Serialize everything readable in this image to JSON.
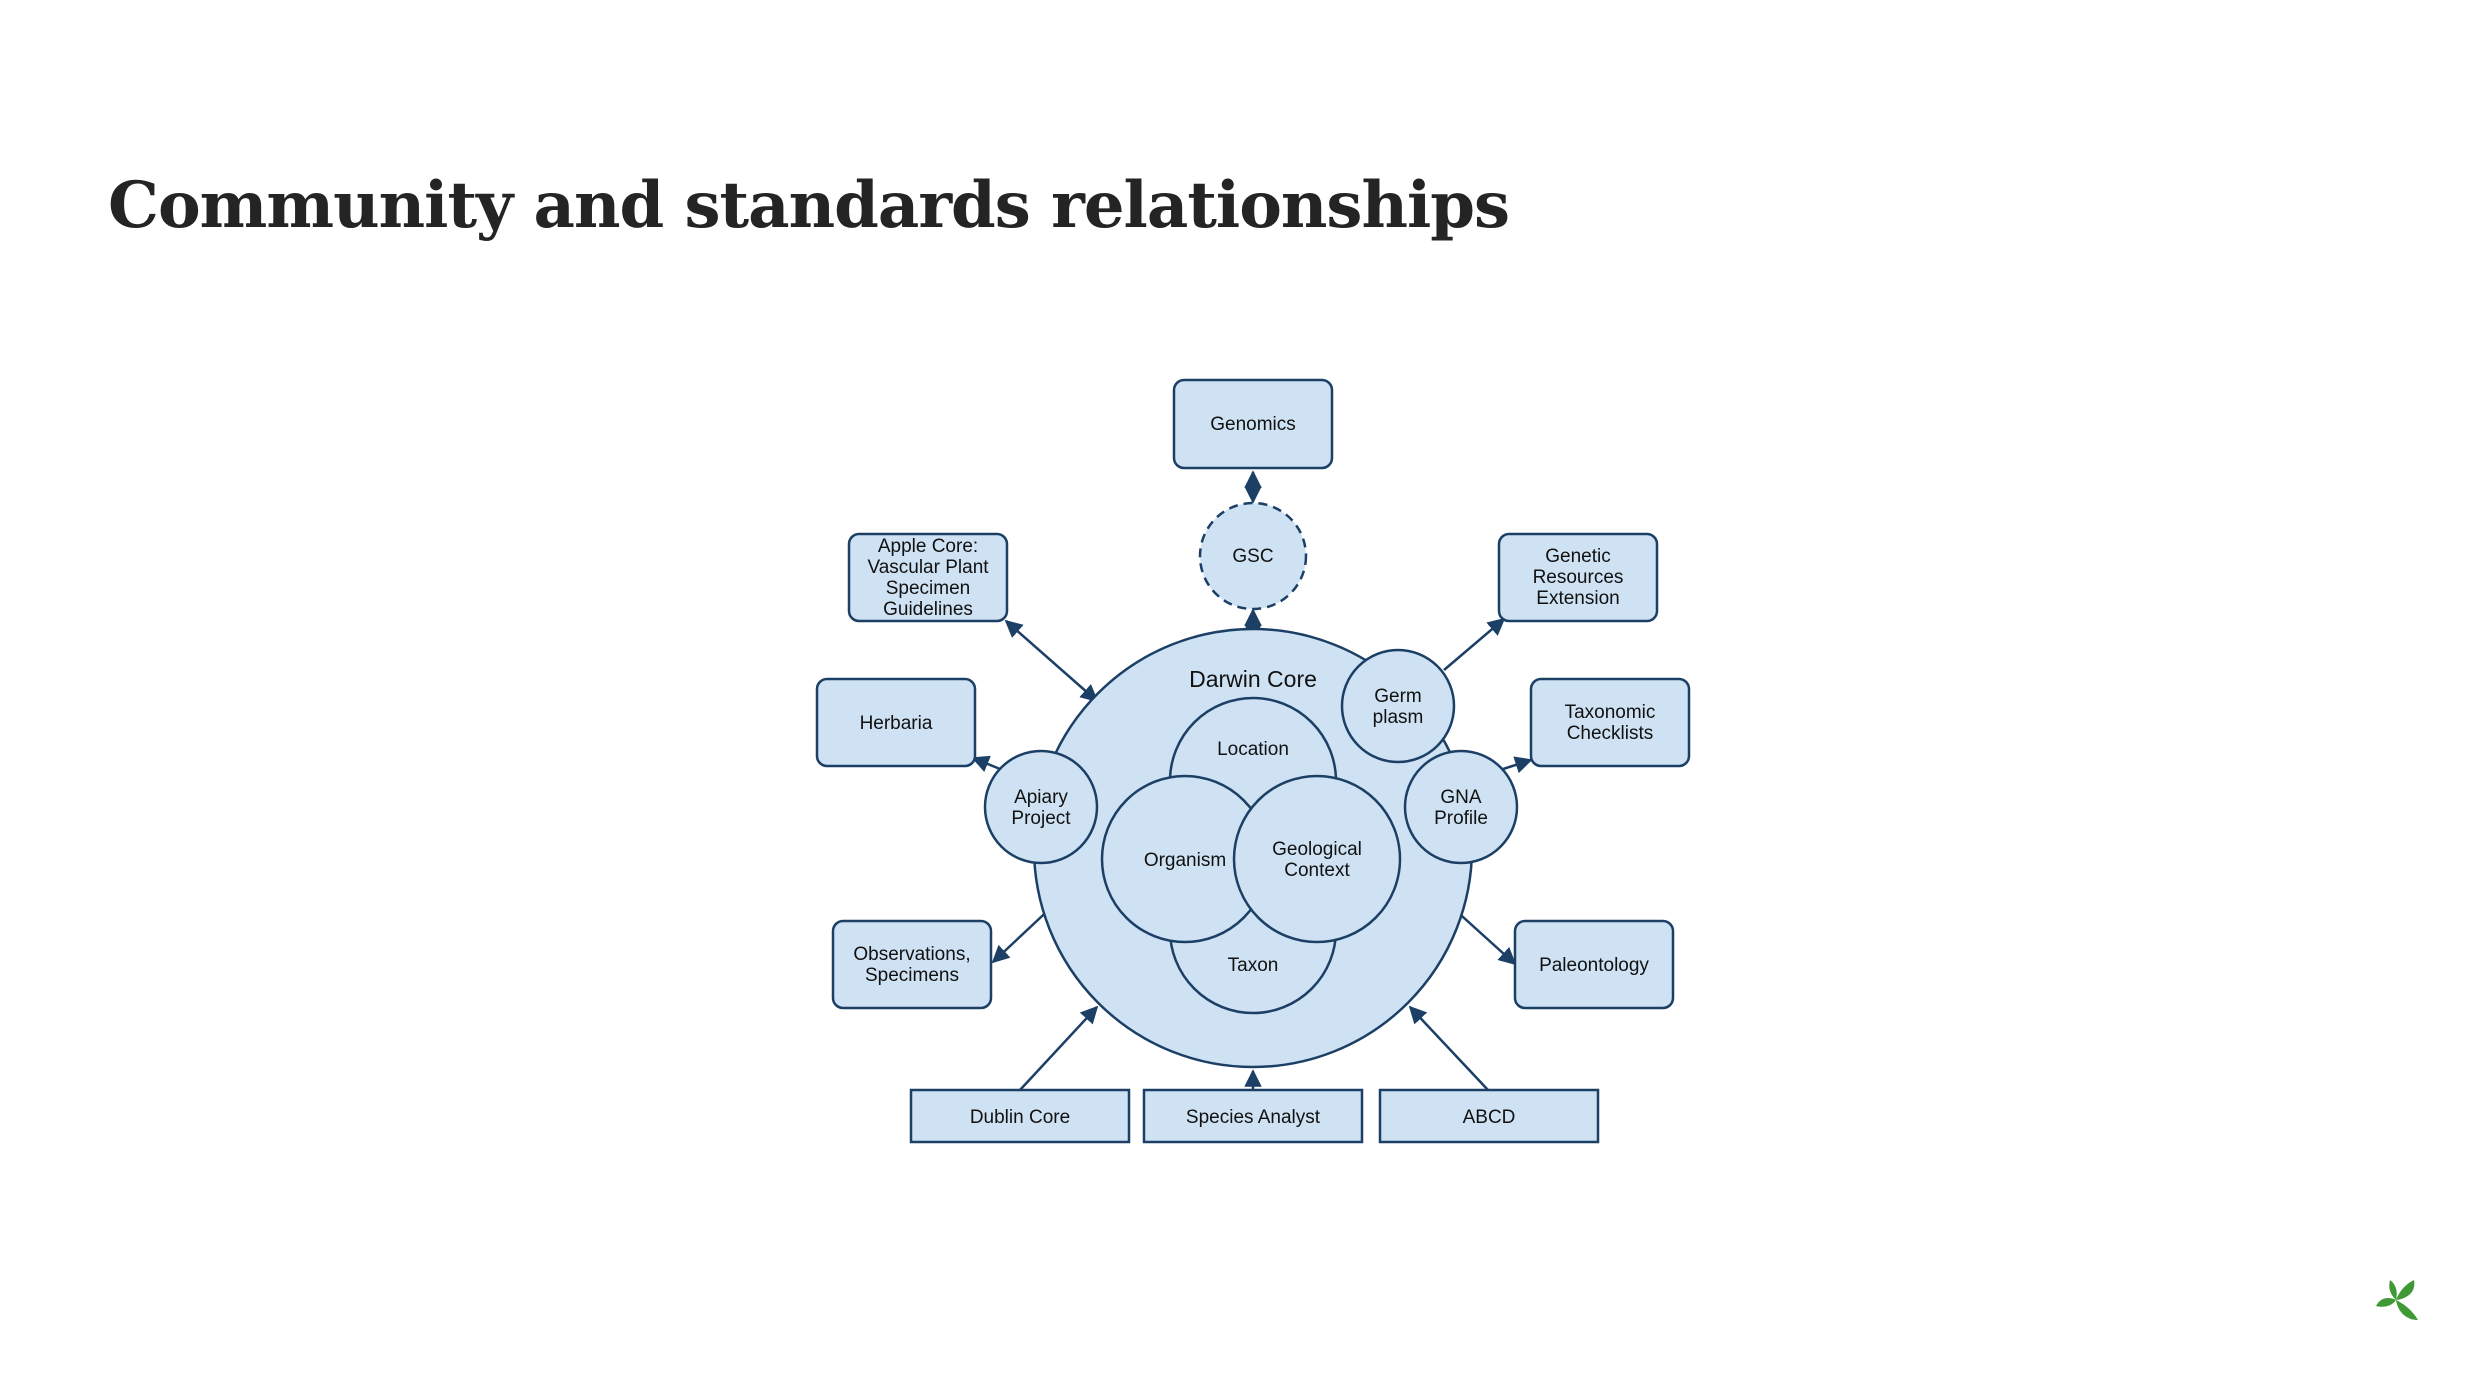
{
  "slide": {
    "title": "Community and standards relationships"
  },
  "diagram": {
    "center": {
      "title": "Darwin Core"
    },
    "core_terms": {
      "location": "Location",
      "organism": "Organism",
      "geological_context": [
        "Geological",
        "Context"
      ],
      "taxon": "Taxon"
    },
    "satellites": {
      "gsc": "GSC",
      "germ_plasm": [
        "Germ",
        "plasm"
      ],
      "apiary_project": [
        "Apiary",
        "Project"
      ],
      "gna_profile": [
        "GNA",
        "Profile"
      ]
    },
    "communities": {
      "genomics": "Genomics",
      "apple_core": [
        "Apple Core:",
        "Vascular Plant",
        "Specimen",
        "Guidelines"
      ],
      "genetic_resources": [
        "Genetic",
        "Resources",
        "Extension"
      ],
      "herbaria": "Herbaria",
      "taxonomic_checklists": [
        "Taxonomic",
        "Checklists"
      ],
      "observations_specimens": [
        "Observations,",
        "Specimens"
      ],
      "paleontology": "Paleontology"
    },
    "standards": {
      "dublin_core": "Dublin Core",
      "species_analyst": "Species Analyst",
      "abcd": "ABCD"
    }
  },
  "colors": {
    "fill": "#cfe2f3",
    "stroke": "#1c3f66",
    "title_text": "#242424",
    "logo_green": "#3f9a35"
  },
  "icons": {
    "logo": "leaf-sprout-icon"
  }
}
